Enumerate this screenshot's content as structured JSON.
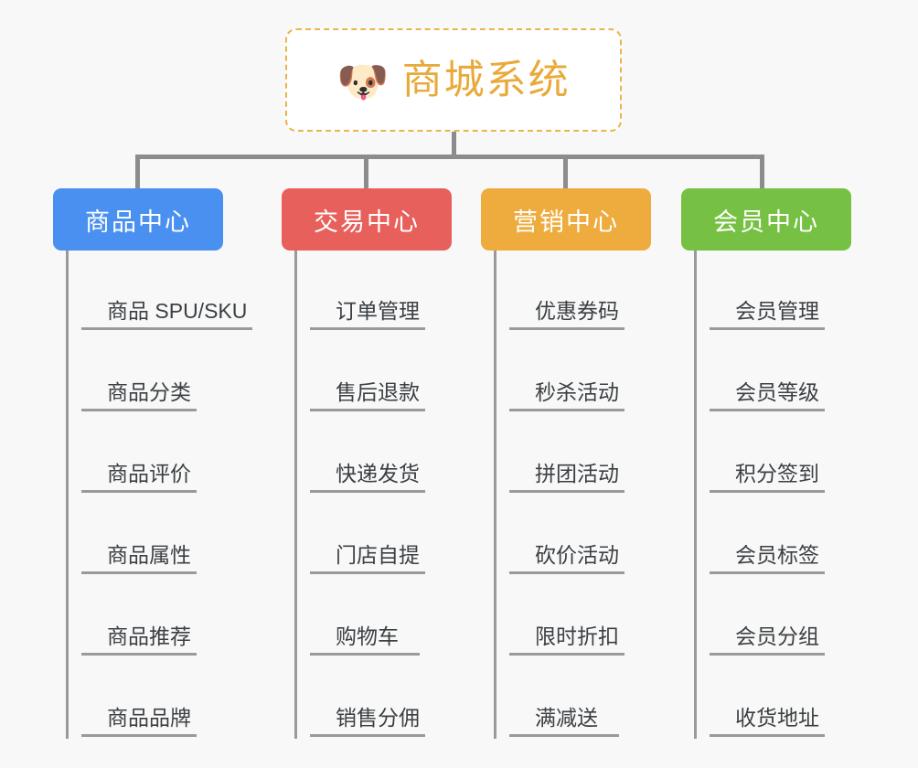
{
  "page": {
    "background_color": "#f8f8f8",
    "type": "mindmap"
  },
  "root": {
    "icon": "shiba-dog-face-emoji",
    "emoji": "🐶",
    "title": "商城系统",
    "text_color": "#e9aa3c",
    "border_color": "#e9b44c",
    "border_style": "dashed",
    "background_color": "#ffffff"
  },
  "connector": {
    "color": "#8c8c8c"
  },
  "branches": [
    {
      "header": "商品中心",
      "color": "#4a90f0",
      "items": [
        "商品 SPU/SKU",
        "商品分类",
        "商品评价",
        "商品属性",
        "商品推荐",
        "商品品牌"
      ]
    },
    {
      "header": "交易中心",
      "color": "#e8605c",
      "items": [
        "订单管理",
        "售后退款",
        "快递发货",
        "门店自提",
        "购物车",
        "销售分佣"
      ]
    },
    {
      "header": "营销中心",
      "color": "#eeac3e",
      "items": [
        "优惠券码",
        "秒杀活动",
        "拼团活动",
        "砍价活动",
        "限时折扣",
        "满减送"
      ]
    },
    {
      "header": "会员中心",
      "color": "#76c044",
      "items": [
        "会员管理",
        "会员等级",
        "积分签到",
        "会员标签",
        "会员分组",
        "收货地址"
      ]
    }
  ]
}
